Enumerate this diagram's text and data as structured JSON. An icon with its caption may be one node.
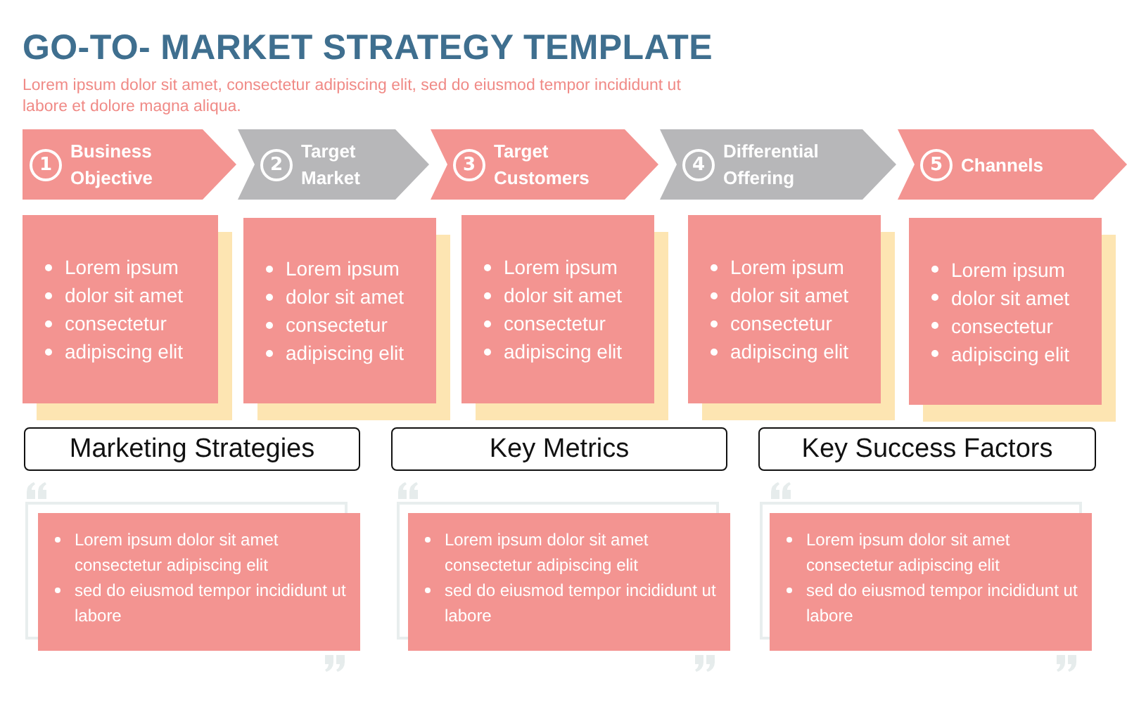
{
  "diagram": {
    "title": "GO-TO- MARKET STRATEGY TEMPLATE",
    "caption": "Lorem ipsum dolor sit amet, consectetur adipiscing elit, sed do eiusmod tempor incididunt ut labore et dolore magna aliqua.",
    "nodes": [
      {
        "text": [
          "1",
          "Business Objective"
        ]
      },
      {
        "text": [
          "2",
          "Target Market"
        ]
      },
      {
        "text": [
          "3",
          "Target Customers"
        ]
      },
      {
        "text": [
          "4",
          "Differential Offering"
        ]
      },
      {
        "text": [
          "5",
          "Channels"
        ]
      },
      {
        "text": [
          "Lorem ipsum",
          "dolor sit amet",
          "consectetur",
          "adipiscing elit"
        ]
      },
      {
        "text": [
          "Lorem ipsum",
          "dolor sit amet",
          "consectetur",
          "adipiscing elit"
        ]
      },
      {
        "text": [
          "Lorem ipsum",
          "dolor sit amet",
          "consectetur",
          "adipiscing elit"
        ]
      },
      {
        "text": [
          "Lorem ipsum",
          "dolor sit amet",
          "consectetur",
          "adipiscing elit"
        ]
      },
      {
        "text": [
          "Lorem ipsum",
          "dolor sit amet",
          "consectetur",
          "adipiscing elit"
        ]
      },
      {
        "text": [
          "Marketing Strategies"
        ]
      },
      {
        "text": [
          "Key Metrics"
        ]
      },
      {
        "text": [
          "Key Success Factors"
        ]
      },
      {
        "text": [
          "Lorem ipsum dolor sit amet consectetur adipiscing elit",
          "sed do eiusmod tempor incididunt ut labore"
        ]
      },
      {
        "text": [
          "Lorem ipsum dolor sit amet consectetur adipiscing elit",
          "sed do eiusmod tempor incididunt ut labore"
        ]
      },
      {
        "text": [
          "Lorem ipsum dolor sit amet consectetur adipiscing elit",
          "sed do eiusmod tempor incididunt ut labore"
        ]
      }
    ]
  }
}
